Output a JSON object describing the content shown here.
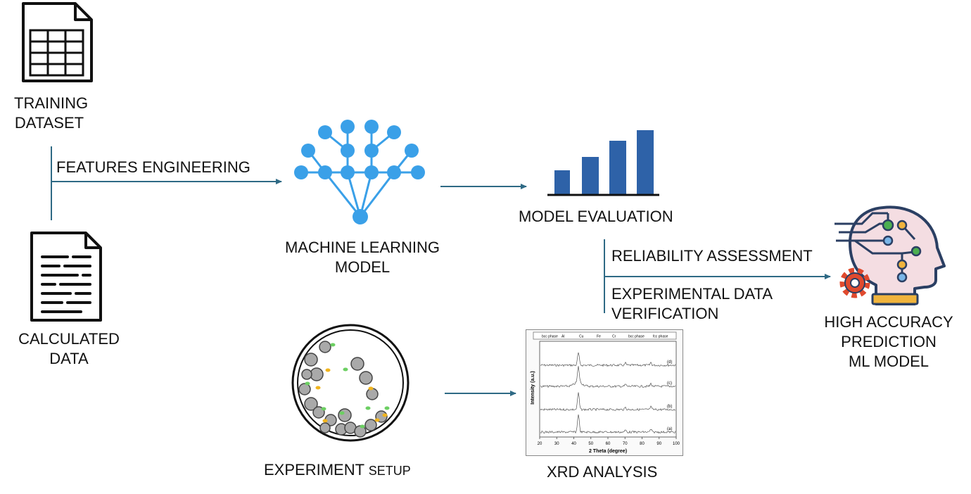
{
  "nodes": {
    "training_dataset": {
      "line1": "TRAINING",
      "line2": "DATASET"
    },
    "calculated_data": {
      "line1": "CALCULATED",
      "line2": "DATA"
    },
    "ml_model": {
      "line1": "MACHINE LEARNING",
      "line2": "MODEL"
    },
    "model_evaluation": {
      "label": "MODEL EVALUATION"
    },
    "prediction": {
      "line1": "HIGH ACCURACY",
      "line2": "PREDICTION",
      "line3": "ML MODEL"
    },
    "experiment_setup": {
      "label_main": "EXPERIMENT ",
      "label_small": "SETUP"
    },
    "xrd_analysis": {
      "label": "XRD ANALYSIS"
    }
  },
  "edges": {
    "features_engineering": "FEATURES ENGINEERING",
    "reliability_assessment": "RELIABILITY ASSESSMENT",
    "experimental_verification_line1": "EXPERIMENTAL DATA",
    "experimental_verification_line2": "VERIFICATION"
  },
  "xrd_chart": {
    "legend": [
      "bcc phase",
      "Al",
      "Cu",
      "Fe",
      "Cr",
      "bcc phase",
      "fcc phase"
    ],
    "ylabel": "Intensity (a.u.)",
    "xlabel": "2 Theta (degree)",
    "xticks": [
      "20",
      "30",
      "40",
      "50",
      "60",
      "70",
      "80",
      "90",
      "100"
    ],
    "traces": [
      "(d)",
      "(c)",
      "(b)",
      "(a)"
    ]
  },
  "colors": {
    "arrow": "#2f6a85",
    "network": "#3aa0e8",
    "bars": "#2e62a8",
    "head_outline": "#2b3f63",
    "gear": "#e04a2e"
  }
}
